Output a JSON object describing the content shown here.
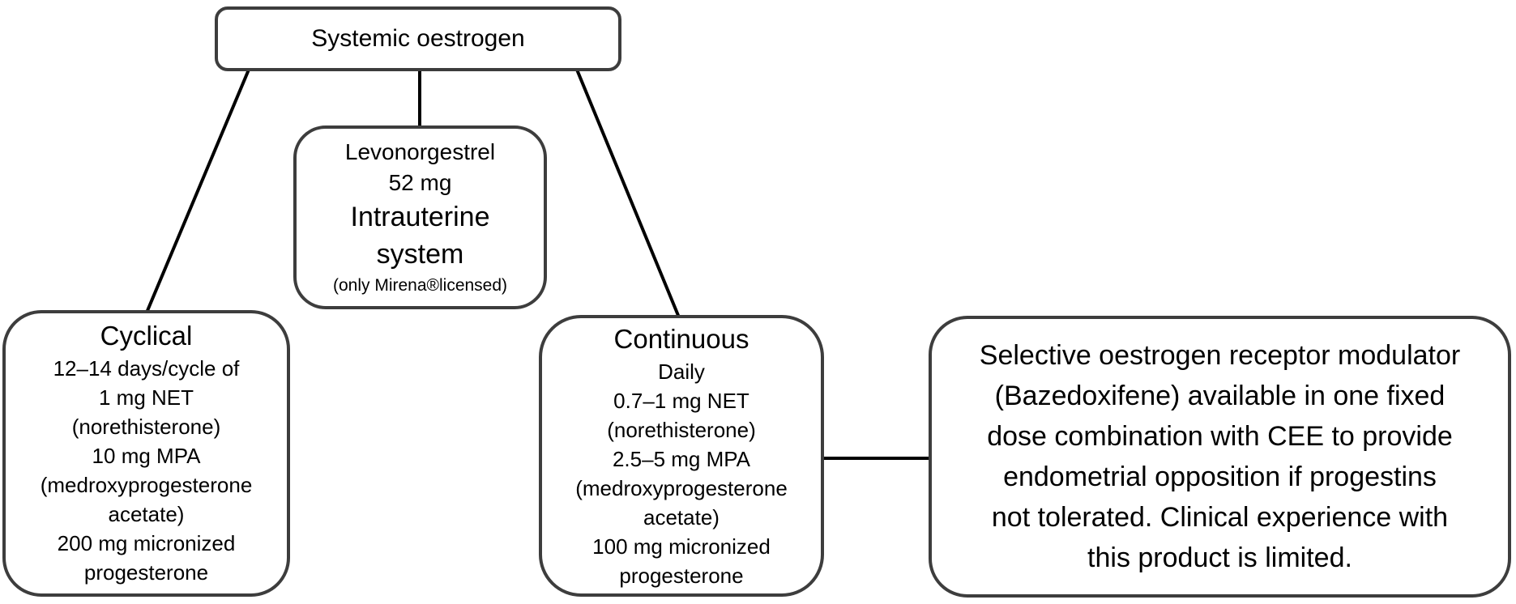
{
  "colors": {
    "background": "#ffffff",
    "box_border": "#3d3d3d",
    "connector_line": "#000000",
    "text": "#000000"
  },
  "boxes": {
    "systemic": {
      "title": "Systemic oestrogen"
    },
    "iud": {
      "line1": "Levonorgestrel",
      "line2": "52 mg",
      "line3": "Intrauterine",
      "line4": "system",
      "note": "(only Mirena®licensed)"
    },
    "cyclical": {
      "title": "Cyclical",
      "lines": [
        "12–14 days/cycle of",
        "1 mg NET",
        "(norethisterone)",
        "10 mg MPA",
        "(medroxyprogesterone",
        "acetate)",
        "200 mg micronized",
        "progesterone"
      ]
    },
    "continuous": {
      "title": "Continuous",
      "lines": [
        "Daily",
        "0.7–1 mg NET",
        "(norethisterone)",
        "2.5–5 mg MPA",
        "(medroxyprogesterone",
        "acetate)",
        "100 mg micronized",
        "progesterone"
      ]
    },
    "serm": {
      "lines": [
        "Selective oestrogen receptor modulator",
        "(Bazedoxifene) available in one fixed",
        "dose combination with CEE to provide",
        "endometrial opposition if progestins",
        "not tolerated. Clinical experience with",
        "this product is limited."
      ]
    }
  }
}
